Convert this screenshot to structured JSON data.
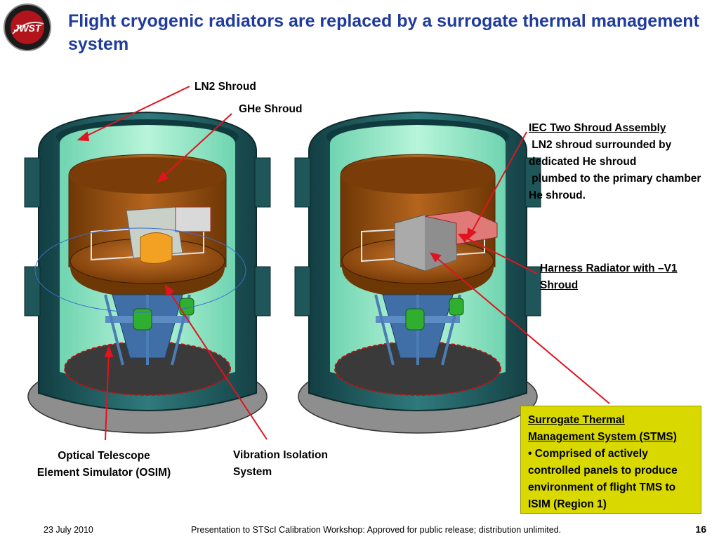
{
  "slide": {
    "title": "Flight cryogenic radiators are replaced by a surrogate thermal management system",
    "logo_text": "JWST"
  },
  "labels": {
    "ln2_shroud": "LN2 Shroud",
    "ghe_shroud": "GHe Shroud",
    "iec_title": "IEC Two Shroud Assembly",
    "iec_line1": " LN2 shroud surrounded by",
    "iec_line2": "dedicated He shroud",
    "iec_line3": " plumbed to the primary chamber",
    "iec_line4": "He shroud.",
    "harness_line1": "Harness Radiator with –V1",
    "harness_line2": "Shroud",
    "osim_line1": "Optical Telescope",
    "osim_line2": "Element Simulator (OSIM)",
    "vib_line1": "Vibration Isolation",
    "vib_line2": "System"
  },
  "stms": {
    "title_line1": "Surrogate Thermal",
    "title_line2": "Management System (STMS)",
    "body1": "• Comprised of actively",
    "body2": "controlled panels to produce",
    "body3": "environment of flight TMS to",
    "body4": "ISIM (Region 1)"
  },
  "footer": {
    "date": "23 July 2010",
    "note": "Presentation to STScI Calibration Workshop: Approved for public release; distribution unlimited.",
    "page": "16"
  },
  "colors": {
    "title": "#1f3b9c",
    "annotation_arrow": "#e0141e",
    "stms_box": "#d9d900",
    "chamber_wall": "#1f5a5e",
    "inner_shroud": "#8ee6c4",
    "copper_shroud": "#9a4f0c"
  }
}
